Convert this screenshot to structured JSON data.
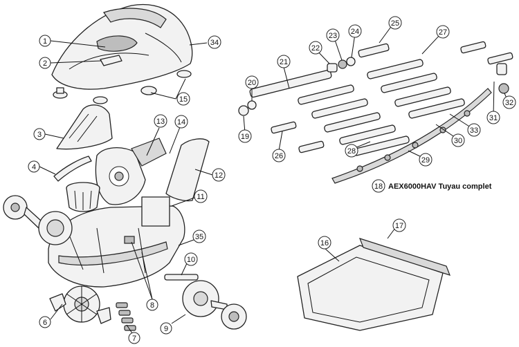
{
  "callouts": [
    {
      "id": "c1",
      "label": "1"
    },
    {
      "id": "c2",
      "label": "2"
    },
    {
      "id": "c3",
      "label": "3"
    },
    {
      "id": "c4",
      "label": "4"
    },
    {
      "id": "c6",
      "label": "6"
    },
    {
      "id": "c7",
      "label": "7"
    },
    {
      "id": "c8",
      "label": "8"
    },
    {
      "id": "c9",
      "label": "9"
    },
    {
      "id": "c10",
      "label": "10"
    },
    {
      "id": "c11",
      "label": "11"
    },
    {
      "id": "c12",
      "label": "12"
    },
    {
      "id": "c13",
      "label": "13"
    },
    {
      "id": "c14",
      "label": "14"
    },
    {
      "id": "c15",
      "label": "15"
    },
    {
      "id": "c16",
      "label": "16"
    },
    {
      "id": "c17",
      "label": "17"
    },
    {
      "id": "c18",
      "label": "18"
    },
    {
      "id": "c19",
      "label": "19"
    },
    {
      "id": "c20",
      "label": "20"
    },
    {
      "id": "c21",
      "label": "21"
    },
    {
      "id": "c22",
      "label": "22"
    },
    {
      "id": "c23",
      "label": "23"
    },
    {
      "id": "c24",
      "label": "24"
    },
    {
      "id": "c25",
      "label": "25"
    },
    {
      "id": "c26",
      "label": "26"
    },
    {
      "id": "c27",
      "label": "27"
    },
    {
      "id": "c28",
      "label": "28"
    },
    {
      "id": "c29",
      "label": "29"
    },
    {
      "id": "c30",
      "label": "30"
    },
    {
      "id": "c31",
      "label": "31"
    },
    {
      "id": "c32",
      "label": "32"
    },
    {
      "id": "c33",
      "label": "33"
    },
    {
      "id": "c34",
      "label": "34"
    },
    {
      "id": "c35",
      "label": "35"
    }
  ],
  "caption": "AEX6000HAV Tuyau complet"
}
